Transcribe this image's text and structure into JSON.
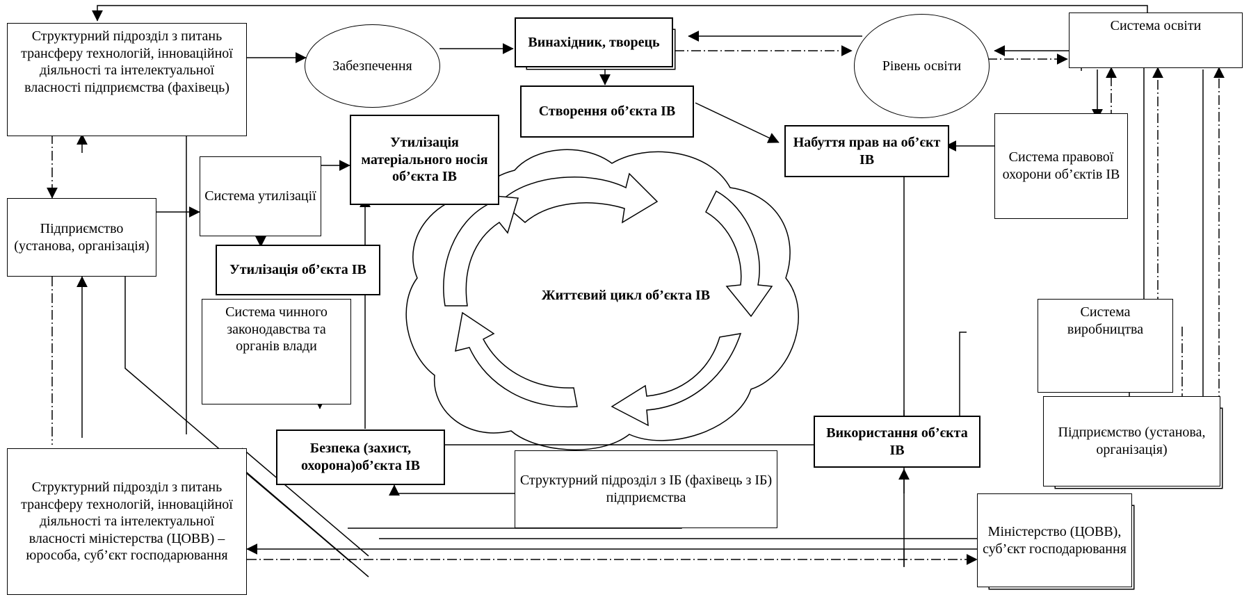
{
  "colors": {
    "ink": "#000000",
    "paper": "#ffffff"
  },
  "nodes": {
    "structural_unit_enterprise": "Структурний підрозділ з питань трансферу технологій, інноваційної діяльності та інтелектуальної власності підприємства (фахівець)",
    "provision": "Забезпечення",
    "inventor": "Винахідник, творець",
    "education_level": "Рівень освіти",
    "education_system": "Система освіти",
    "creation": "Створення об’єкта ІВ",
    "rights_acquisition": "Набуття прав на об’єкт ІВ",
    "legal_protection_system": "Система правової охорони об’єктів ІВ",
    "utilization_carrier": "Утилізація матеріального носія об’єкта ІВ",
    "utilization_system": "Система утилізації",
    "enterprise_left": "Підприємство (установа, організація)",
    "utilization_object": "Утилізація об’єкта ІВ",
    "legislation_system": "Система чинного законодавства та органів влади",
    "life_cycle": "Життєвий цикл об’єкта ІВ",
    "production_system": "Система виробництва",
    "enterprise_right": "Підприємство (установа, організація)",
    "security": "Безпека (захист, охорона)об’єкта ІВ",
    "ip_unit": "Структурний підрозділ з ІБ (фахівець з ІБ) підприємства",
    "usage": "Використання об’єкта ІВ",
    "structural_unit_ministry": "Структурний підрозділ з питань трансферу технологій, інноваційної діяльності та інтелектуальної власності міністерства (ЦОВВ) – юрособа, суб’єкт господарювання",
    "ministry": "Міністерство (ЦОВВ), суб’єкт господарювання"
  }
}
